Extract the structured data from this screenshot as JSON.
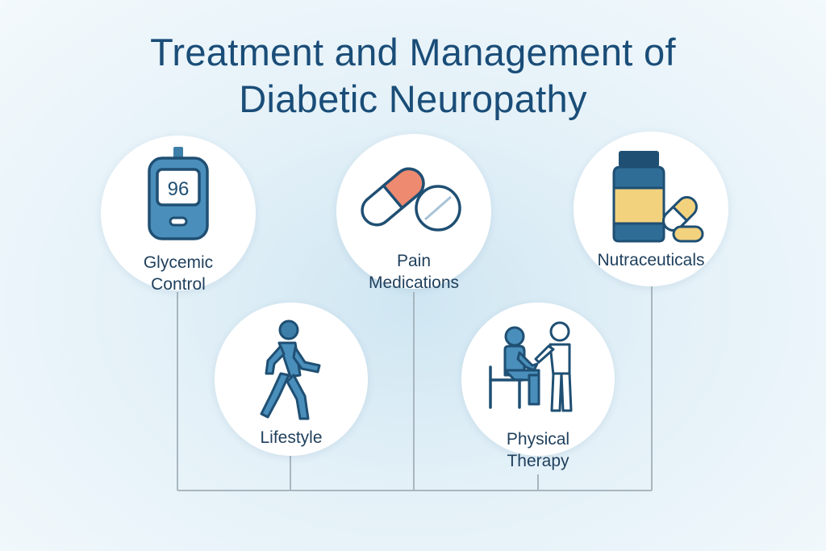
{
  "title": {
    "line1": "Treatment and Management of",
    "line2": "Diabetic Neuropathy"
  },
  "colors": {
    "title": "#1a4d78",
    "icon_blue": "#3d7fa8",
    "icon_dark": "#1f4f73",
    "pill_red": "#ee8a70",
    "pill_yellow": "#f3d27e",
    "connector": "#a9b6bf"
  },
  "nodes": [
    {
      "id": "glycemic-control",
      "label_line1": "Glycemic",
      "label_line2": "Control",
      "icon": "glucose-meter-icon",
      "reading": "96"
    },
    {
      "id": "pain-medications",
      "label_line1": "Pain",
      "label_line2": "Medications",
      "icon": "pills-icon"
    },
    {
      "id": "nutraceuticals",
      "label_line1": "Nutraceuticals",
      "label_line2": "",
      "icon": "supplement-bottle-icon"
    },
    {
      "id": "lifestyle",
      "label_line1": "Lifestyle",
      "label_line2": "",
      "icon": "walking-person-icon"
    },
    {
      "id": "physical-therapy",
      "label_line1": "Physical",
      "label_line2": "Therapy",
      "icon": "therapist-patient-icon"
    }
  ]
}
